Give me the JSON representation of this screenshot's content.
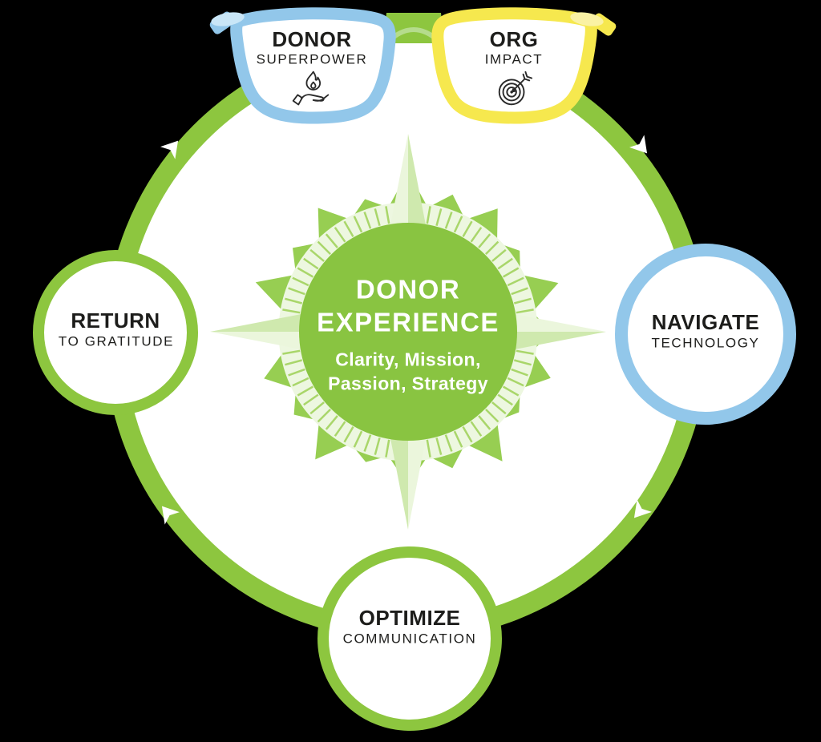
{
  "diagram_title": "Donor Experience compass diagram",
  "center": {
    "line1": "DONOR",
    "line2": "EXPERIENCE",
    "sub1": "Clarity, Mission,",
    "sub2": "Passion, Strategy"
  },
  "nodes": {
    "donor_superpower": {
      "title": "DONOR",
      "subtitle": "SUPERPOWER",
      "icon": "hand-flame-icon",
      "accent": "#92c7ea"
    },
    "org_impact": {
      "title": "ORG",
      "subtitle": "IMPACT",
      "icon": "target-arrow-icon",
      "accent": "#f6e84e"
    },
    "navigate_technology": {
      "title": "NAVIGATE",
      "subtitle": "TECHNOLOGY",
      "accent": "#92c7ea"
    },
    "return_to_gratitude": {
      "title": "RETURN",
      "subtitle": "TO GRATITUDE",
      "accent": "#8dc63f"
    },
    "optimize_communication": {
      "title": "OPTIMIZE",
      "subtitle": "COMMUNICATION",
      "accent": "#8dc63f"
    }
  },
  "flow": {
    "direction": "clockwise",
    "arrow_count": 4
  },
  "colors": {
    "green": "#8dc63f",
    "starburst_green": "#97ce52",
    "center_green": "#89c441",
    "pale_band": "#edf7e0",
    "tick_green": "#a9d66a",
    "spike_light": "#ebf6dc",
    "spike_shade": "#cfe9ae",
    "blue": "#92c7ea",
    "blue_highlight": "#c9e6f7",
    "yellow": "#f6e84e",
    "yellow_highlight": "#faf2a4",
    "bridge_arc": "#b5dc8c",
    "text": "#1d1d1b",
    "white": "#ffffff"
  }
}
